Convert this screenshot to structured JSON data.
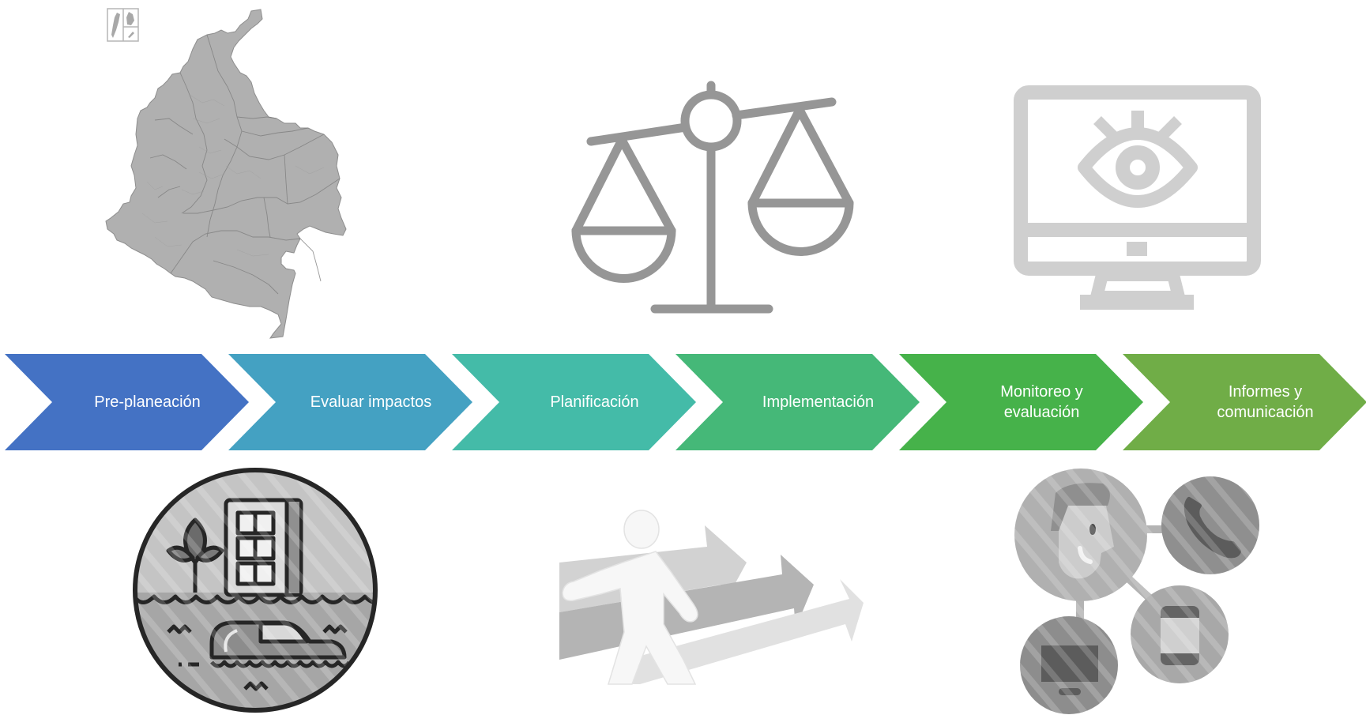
{
  "diagram": {
    "type": "process-chevrons",
    "steps": [
      {
        "lines": [
          "Pre-planeación"
        ],
        "color": "#4472C4"
      },
      {
        "lines": [
          "Evaluar impactos"
        ],
        "color": "#44A1C2"
      },
      {
        "lines": [
          "Planificación"
        ],
        "color": "#44BBA8"
      },
      {
        "lines": [
          "Implementación"
        ],
        "color": "#45B878"
      },
      {
        "lines": [
          "Monitoreo y",
          "evaluación"
        ],
        "color": "#46B24A"
      },
      {
        "lines": [
          "Informes y",
          "comunicación"
        ],
        "color": "#70AD47"
      }
    ]
  },
  "illustrations": {
    "top": [
      {
        "name": "colombia-map",
        "step": "Pre-planeación"
      },
      {
        "name": "balance-scale",
        "step": "Planificación"
      },
      {
        "name": "monitor-eye",
        "step": "Monitoreo y evaluación"
      }
    ],
    "bottom": [
      {
        "name": "flood-risk",
        "step": "Evaluar impactos"
      },
      {
        "name": "runner-arrows",
        "step": "Implementación"
      },
      {
        "name": "communication-network",
        "step": "Informes y comunicación"
      }
    ]
  },
  "colors": {
    "icon_gray": "#969696",
    "icon_light_gray": "#cfcfcf",
    "map_gray": "#b0b0b0"
  }
}
